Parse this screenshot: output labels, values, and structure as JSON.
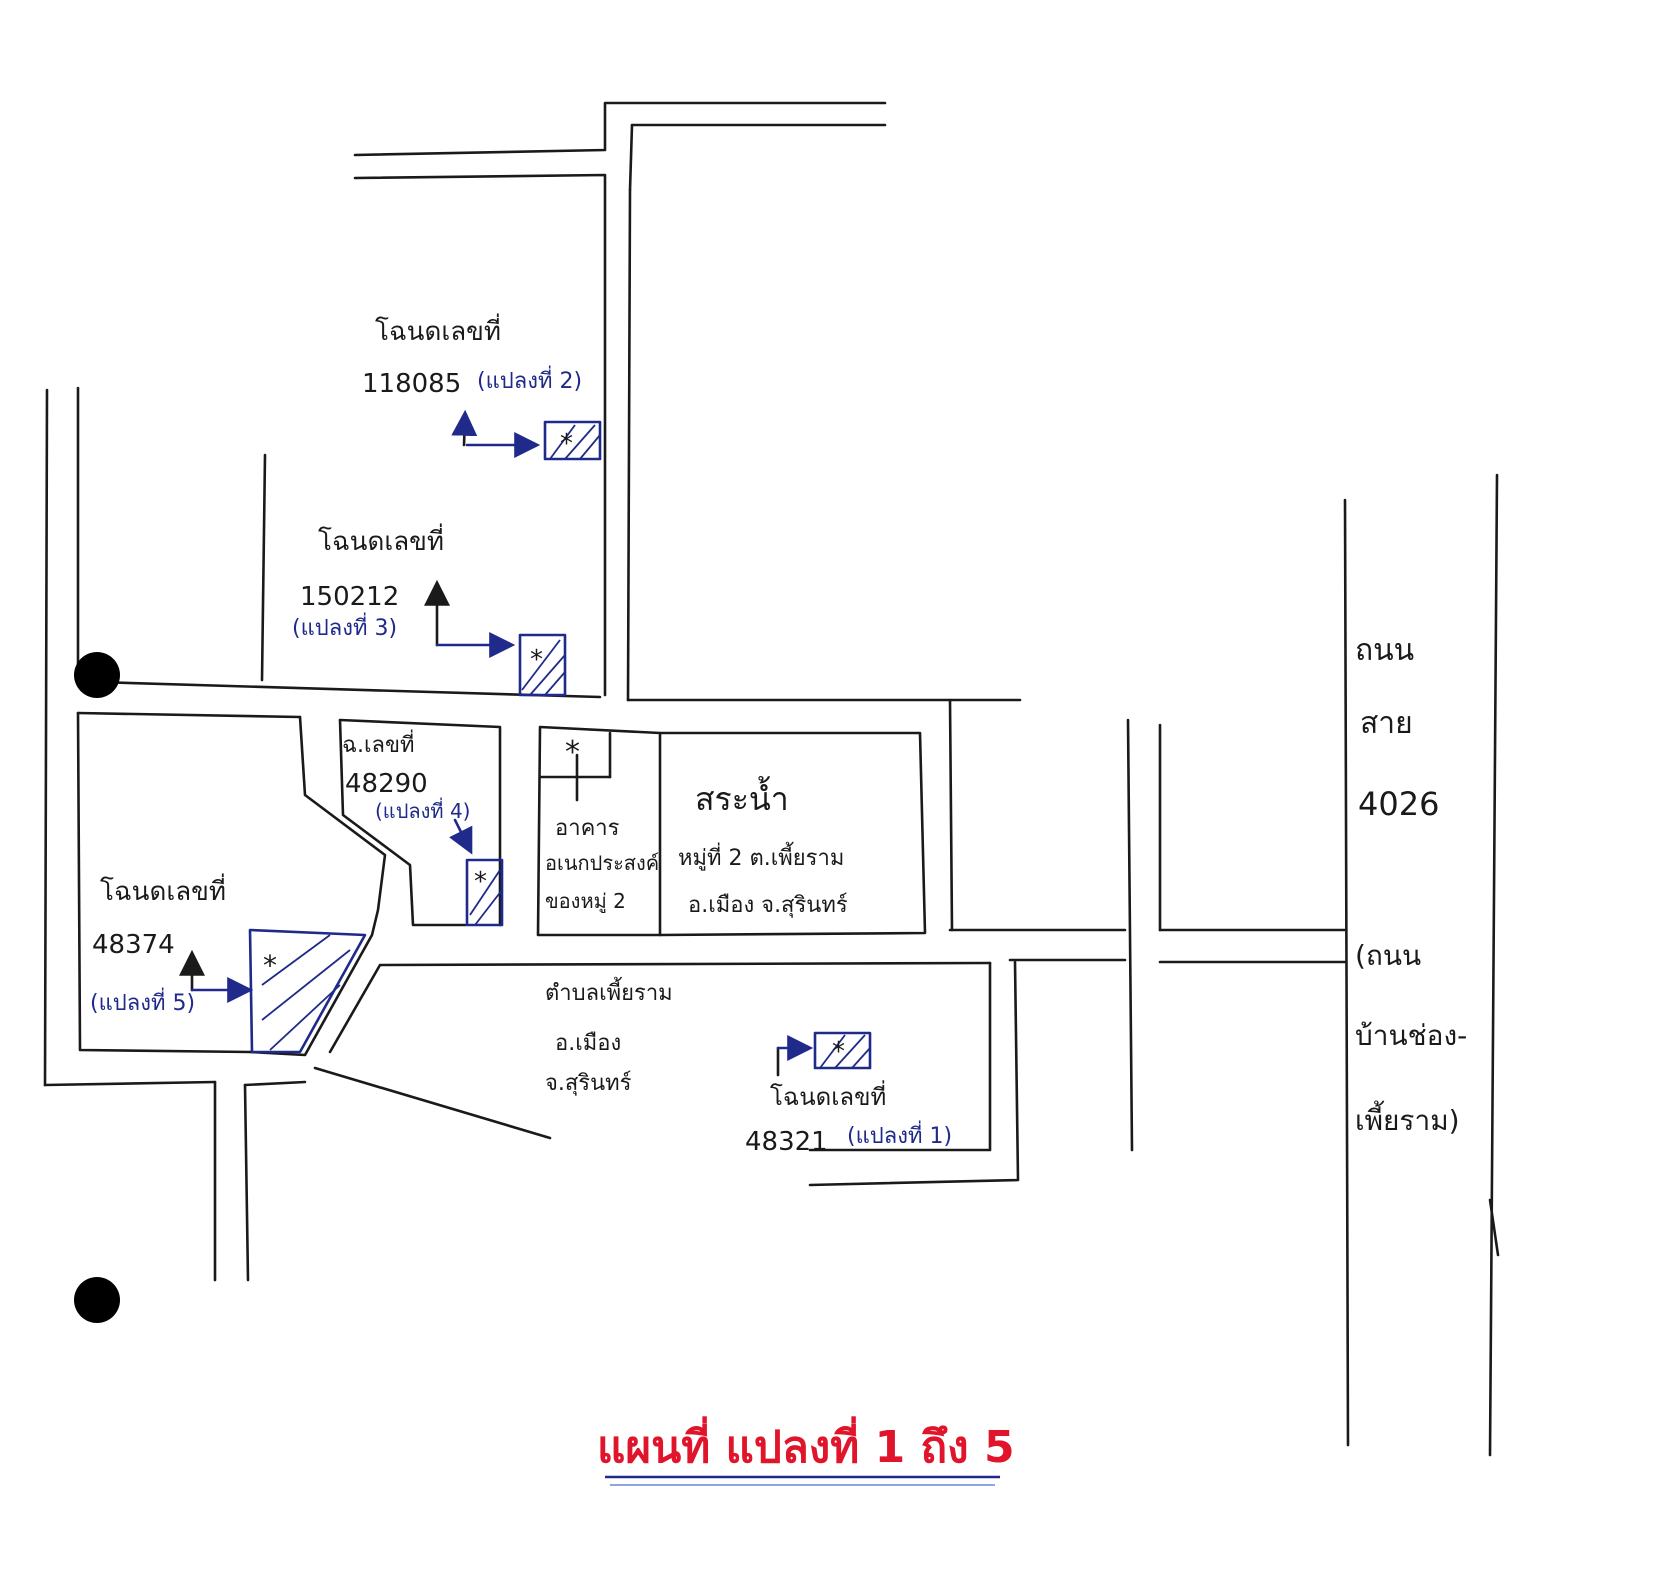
{
  "title": "แผนที่ แปลงที่ 1 ถึง 5",
  "road_4026": {
    "line1": "ถนน",
    "line2": "สาย",
    "line3": "4026",
    "line4": "(ถนน",
    "line5": "บ้านช่อง-",
    "line6": "เพี้ยราม)"
  },
  "plots": [
    {
      "id": "plot-1",
      "deed_label": "โฉนดเลขที่",
      "deed_number": "48321",
      "plot_label": "(แปลงที่ 1)"
    },
    {
      "id": "plot-2",
      "deed_label": "โฉนดเลขที่",
      "deed_number": "118085",
      "plot_label": "(แปลงที่ 2)"
    },
    {
      "id": "plot-3",
      "deed_label": "โฉนดเลขที่",
      "deed_number": "150212",
      "plot_label": "(แปลงที่ 3)"
    },
    {
      "id": "plot-4",
      "deed_label": "ฉ.เลขที่",
      "deed_number": "48290",
      "plot_label": "(แปลงที่ 4)"
    },
    {
      "id": "plot-5",
      "deed_label": "โฉนดเลขที่",
      "deed_number": "48374",
      "plot_label": "(แปลงที่ 5)"
    }
  ],
  "landmarks": {
    "pond": {
      "name": "สระน้ำ",
      "line2": "หมู่ที่ 2 ต.เพี้ยราม",
      "line3": "อ.เมือง จ.สุรินทร์"
    },
    "building": {
      "line1": "อาคาร",
      "line2": "อเนกประสงค์",
      "line3": "ของหมู่ 2"
    },
    "subdistrict": {
      "line1": "ตำบลเพี้ยราม",
      "line2": "อ.เมือง",
      "line3": "จ.สุรินทร์"
    }
  },
  "colors": {
    "ink": "#1a1a1a",
    "annotation_blue": "#1f2a8a",
    "title_red": "#e0142a"
  }
}
